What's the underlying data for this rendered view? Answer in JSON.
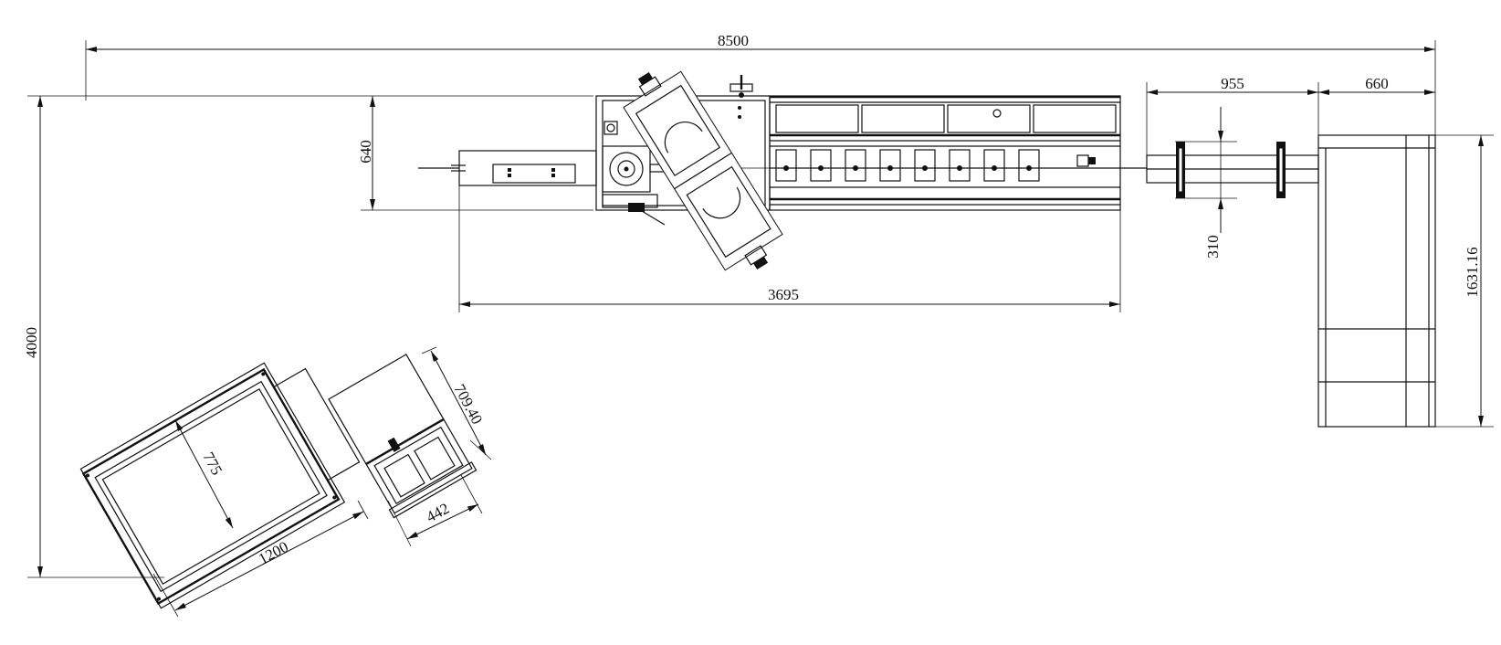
{
  "dimensions": {
    "total_length": "8500",
    "total_width": "4000",
    "line_width": "640",
    "line_length": "3695",
    "conveyor_length": "955",
    "outfeed_width": "660",
    "conveyor_gap": "310",
    "outfeed_length": "1631.16",
    "bin_length": "1200",
    "bin_width": "775",
    "cabinet_depth": "709.40",
    "cabinet_width": "442"
  }
}
